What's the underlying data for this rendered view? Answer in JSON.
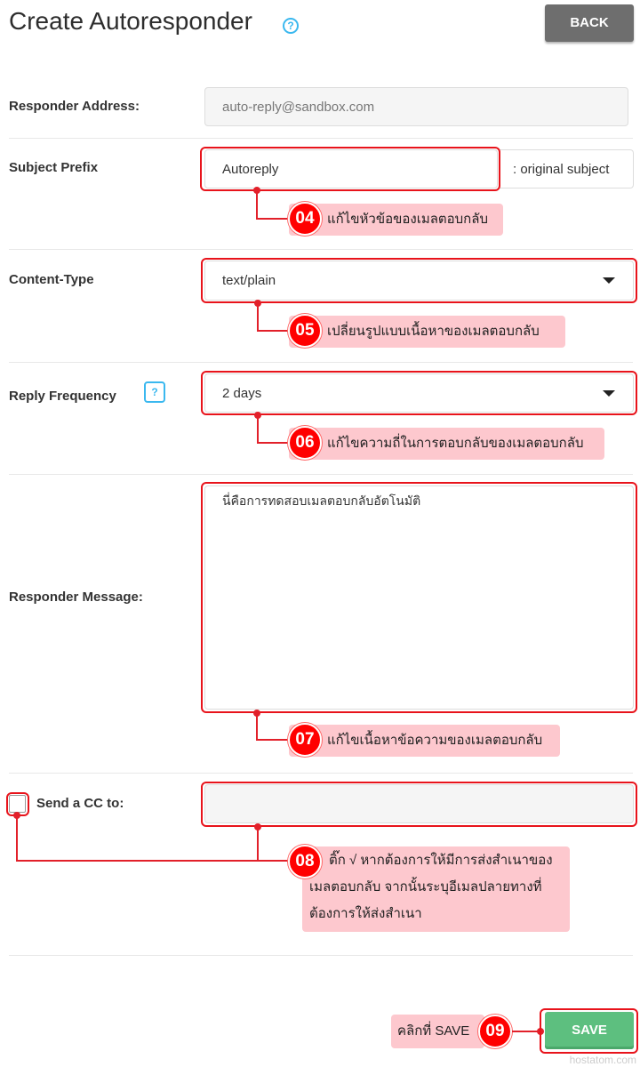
{
  "header": {
    "title": "Create Autoresponder",
    "back_label": "BACK"
  },
  "fields": {
    "responder_address": {
      "label": "Responder Address:",
      "value": "auto-reply@sandbox.com"
    },
    "subject_prefix": {
      "label": "Subject Prefix",
      "value": "Autoreply",
      "suffix": ": original subject"
    },
    "content_type": {
      "label": "Content-Type",
      "value": "text/plain"
    },
    "reply_frequency": {
      "label": "Reply Frequency",
      "value": "2 days"
    },
    "responder_message": {
      "label": "Responder Message:",
      "value": "นี่คือการทดสอบเมลตอบกลับอัตโนมัติ"
    },
    "send_cc": {
      "label": "Send a CC to:",
      "value": "",
      "checked": false
    }
  },
  "callouts": [
    {
      "num": "04",
      "text": "แก้ไขหัวข้อของเมลตอบกลับ"
    },
    {
      "num": "05",
      "text": "เปลี่ยนรูปแบบเนื้อหาของเมลตอบกลับ"
    },
    {
      "num": "06",
      "text": "แก้ไขความถี่ในการตอบกลับของเมลตอบกลับ"
    },
    {
      "num": "07",
      "text": "แก้ไขเนื้อหาข้อความของเมลตอบกลับ"
    },
    {
      "num": "08",
      "text": "ติ๊ก √ หากต้องการให้มีการส่งสำเนาของเมลตอบกลับ จากนั้นระบุอีเมลปลายทางที่ต้องการให้ส่งสำเนา"
    },
    {
      "num": "09",
      "text": "คลิกที่ SAVE"
    }
  ],
  "save_label": "SAVE",
  "watermark": "hostatom.com",
  "help_glyph": "?",
  "colors": {
    "annotation": "#e8131b",
    "callout_bg": "#fdc8ce",
    "save": "#5dbf7f",
    "back": "#6e6e6e",
    "help": "#3ab8ef"
  }
}
